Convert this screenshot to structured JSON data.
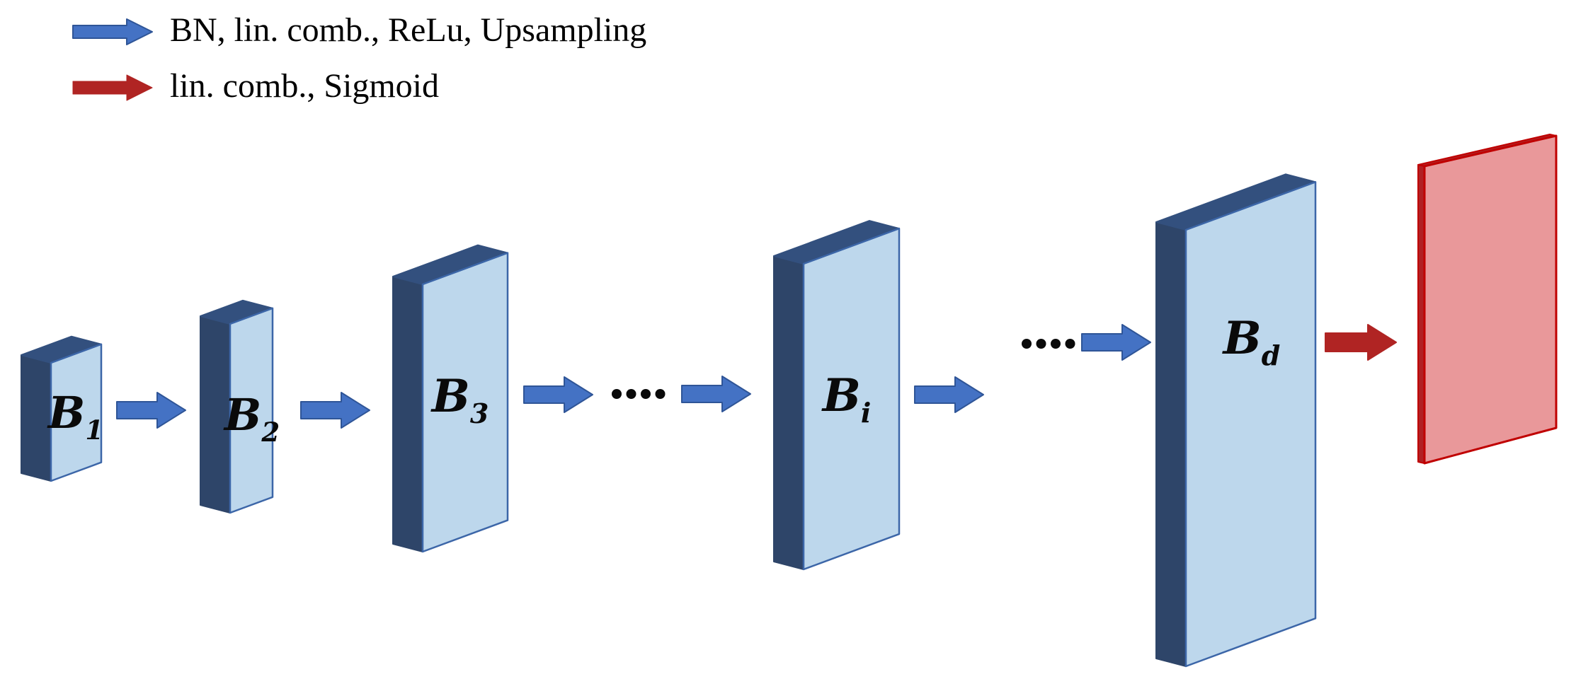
{
  "legend": {
    "items": [
      {
        "icon": "blue-arrow",
        "label": "BN, lin. comb., ReLu, Upsampling"
      },
      {
        "icon": "red-arrow",
        "label": "lin. comb., Sigmoid"
      }
    ]
  },
  "diagram": {
    "blocks": [
      {
        "id": "B1",
        "letter": "B",
        "subscript": "1"
      },
      {
        "id": "B2",
        "letter": "B",
        "subscript": "2"
      },
      {
        "id": "B3",
        "letter": "B",
        "subscript": "3"
      },
      {
        "id": "Bi",
        "letter": "B",
        "subscript": "i"
      },
      {
        "id": "Bd",
        "letter": "B",
        "subscript": "d"
      }
    ],
    "sequence": [
      "B1",
      "arrow-blue",
      "B2",
      "arrow-blue",
      "B3",
      "arrow-blue",
      "ellipsis",
      "arrow-blue",
      "Bi",
      "arrow-blue",
      "ellipsis",
      "arrow-blue",
      "Bd",
      "arrow-red",
      "output-plane"
    ],
    "output_plane": {
      "description": "red output plane"
    }
  },
  "colors": {
    "block_front": "#BDD7EC",
    "block_side": "#2E4569",
    "block_top": "#33507E",
    "block_outline": "#3C66A8",
    "arrow_blue": "#4472C4",
    "arrow_blue_outline": "#2F5597",
    "arrow_red": "#B02423",
    "plane_fill": "#E9989A",
    "plane_stroke": "#C00000",
    "plane_side": "#B02023",
    "dots": "#0A0A0A",
    "text": "#000000"
  }
}
